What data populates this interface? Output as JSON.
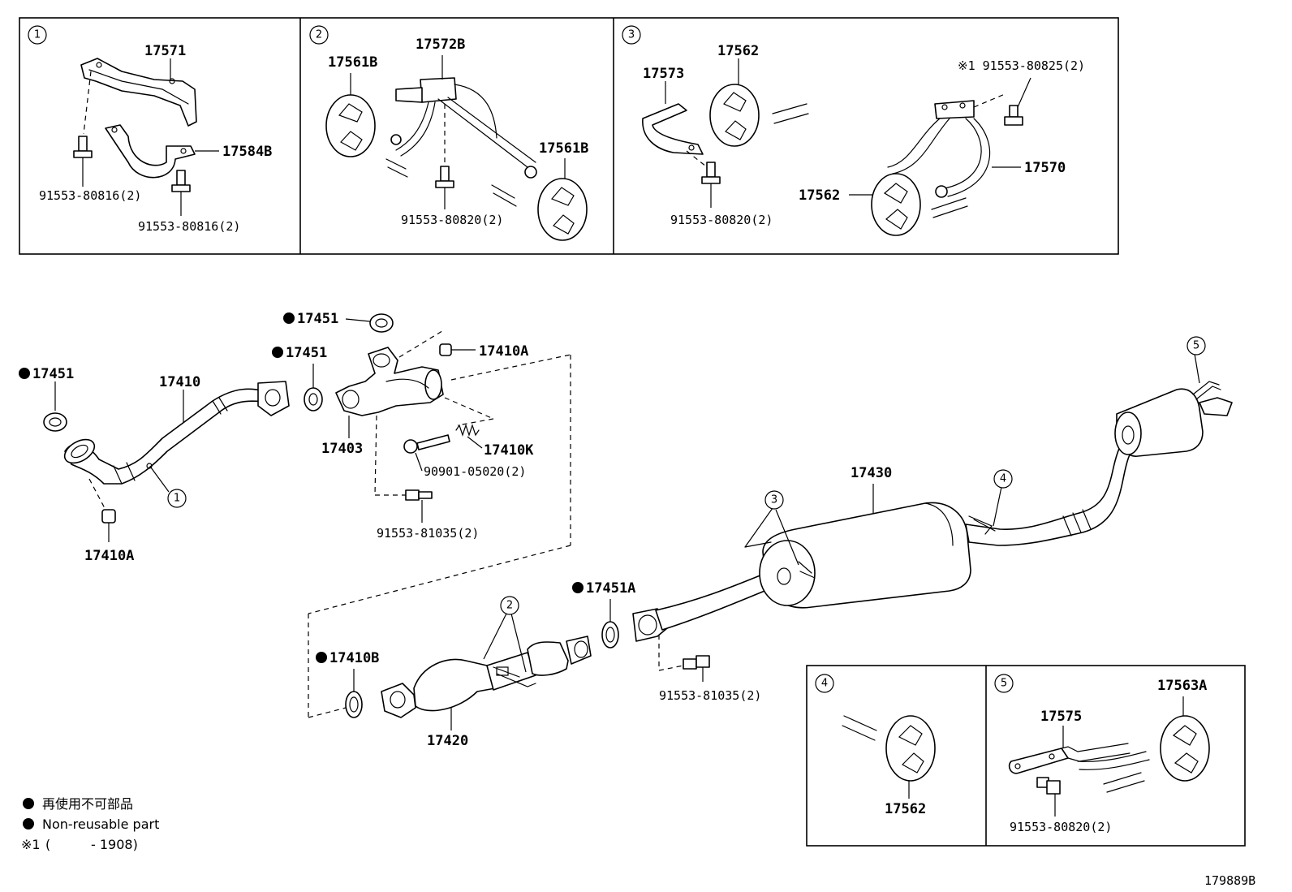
{
  "panels": {
    "p1": {
      "marker": "1",
      "labels": {
        "bracket": "17571",
        "clamp": "17584B",
        "bolt_a": "91553-80816(2)",
        "bolt_b": "91553-80816(2)"
      }
    },
    "p2": {
      "marker": "2",
      "labels": {
        "hanger_left": "17561B",
        "bracket": "17572B",
        "hanger_right": "17561B",
        "bolt": "91553-80820(2)"
      }
    },
    "p3": {
      "marker": "3",
      "labels": {
        "bracket": "17573",
        "hanger_top": "17562",
        "bolt_note": "※1 91553-80825(2)",
        "bracket_big": "17570",
        "hanger_bottom": "17562",
        "bolt": "91553-80820(2)"
      }
    },
    "p4": {
      "marker": "4",
      "labels": {
        "hanger": "17562"
      }
    },
    "p5": {
      "marker": "5",
      "labels": {
        "bracket": "17575",
        "hanger": "17563A",
        "bolt": "91553-80820(2)"
      }
    }
  },
  "main": {
    "labels": {
      "gasket_a": "17451",
      "pipe_front": "17410",
      "nut_a": "17410A",
      "gasket_b": "17451",
      "gasket_c": "17451",
      "nut_b": "17410A",
      "manifold": "17403",
      "spring": "17410K",
      "bolt_a": "90901-05020(2)",
      "bolt_b": "91553-81035(2)",
      "gasket_d": "17410B",
      "converter": "17420",
      "gasket_e": "17451A",
      "bolt_c": "91553-81035(2)",
      "muffler": "17430"
    },
    "markers": {
      "m1": "1",
      "m2": "2",
      "m3": "3",
      "m4": "4",
      "m5": "5"
    }
  },
  "legend": {
    "jp": "再使用不可部品",
    "en": "Non-reusable part",
    "note_mark": "※1",
    "note_open": "(",
    "note_range": "- 1908)"
  },
  "figure_id": "179889B"
}
